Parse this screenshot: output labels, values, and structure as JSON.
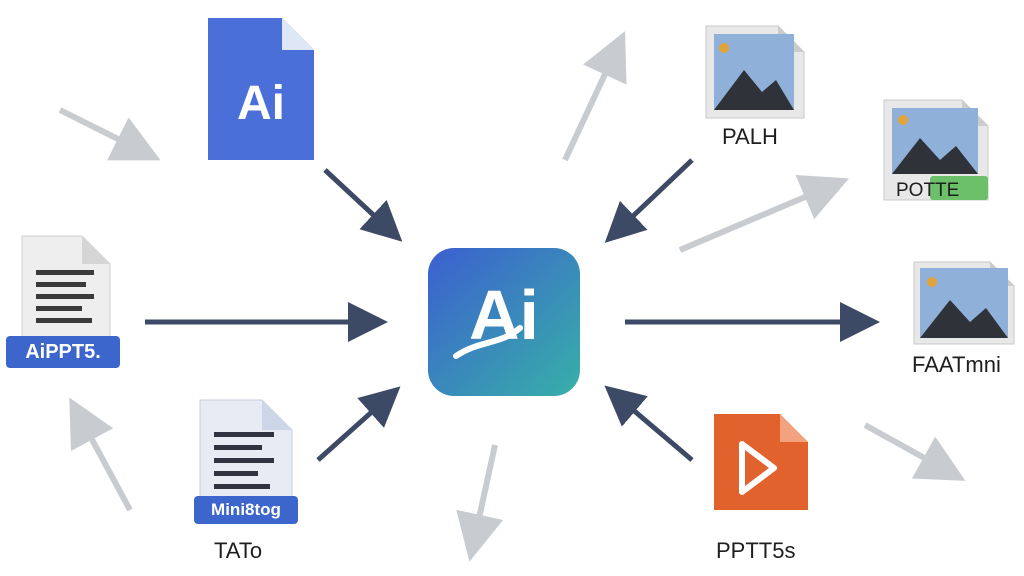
{
  "hub": {
    "label": "Ai"
  },
  "inputs": {
    "ai_file": {
      "label": "Ai"
    },
    "text_doc": {
      "badge": "AiPPT5."
    },
    "tato_doc": {
      "badge": "Mini8tog",
      "caption": "TATo"
    }
  },
  "outputs": {
    "image_1": {
      "caption": "PALH"
    },
    "image_2": {
      "caption": "POTTE"
    },
    "image_3": {
      "caption": "FAATmni"
    },
    "video": {
      "caption": "PPTT5s"
    }
  },
  "colors": {
    "hub_gradient_start": "#3b5fd0",
    "hub_gradient_end": "#38b0a8",
    "ai_file": "#4a6fd8",
    "dark_arrow": "#3c4a66",
    "faded_arrow": "#c8ccd0",
    "video_file": "#e2622e",
    "badge_blue": "#3c66cc",
    "badge_green": "#6cc06a",
    "sky": "#8fb0d8"
  },
  "icons": {
    "hub": "ai-app-icon",
    "ai_file": "ai-file-icon",
    "text_doc": "text-document-icon",
    "image": "image-file-icon",
    "video": "video-file-icon"
  }
}
